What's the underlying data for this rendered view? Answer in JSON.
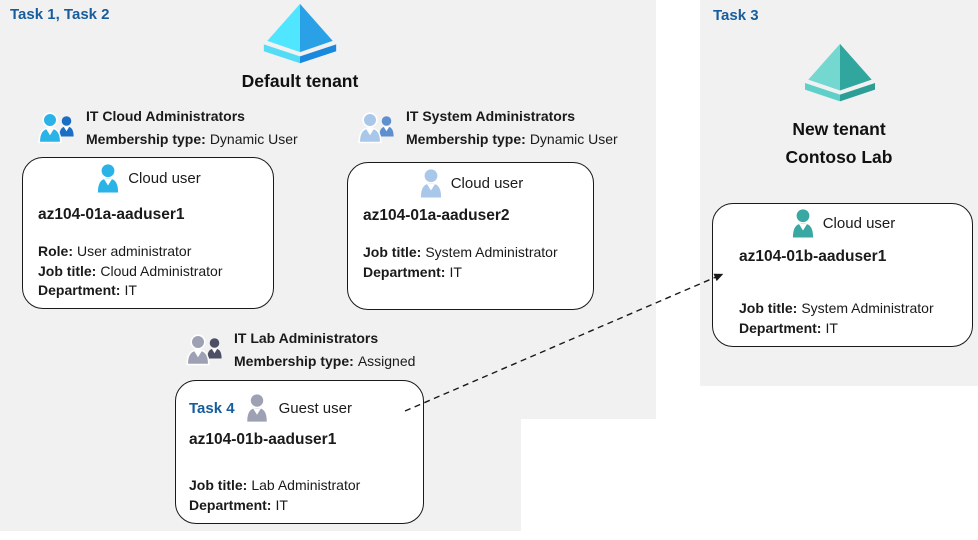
{
  "colors": {
    "task-blue": "#175d9d",
    "panel-gray": "#f1f1f2",
    "ink": "#1a1a1a",
    "azure-face-light": "#50e6ff",
    "azure-face-dark": "#2aa0e6",
    "azure-rim-light": "#54dcf7",
    "azure-rim-dark": "#1989dd",
    "teal-face-light": "#74d8d0",
    "teal-face-dark": "#31a69e",
    "teal-rim-light": "#5ed0c8",
    "teal-rim-dark": "#2d9e96",
    "person-cyan": "#2ab3e6",
    "person-blue-dark": "#1a6fc4",
    "person-lightblue": "#a9c7e9",
    "person-lightblue-dark": "#5e90cf",
    "person-gray": "#9ea1b4",
    "person-gray-dark": "#4d4f66",
    "person-teal": "#3aa8a2"
  },
  "left_section": {
    "task_label": "Task 1, Task 2",
    "tenant_title": "Default tenant"
  },
  "right_section": {
    "task_label": "Task 3",
    "tenant_title_line1": "New tenant",
    "tenant_title_line2": "Contoso Lab"
  },
  "groups": [
    {
      "name": "IT Cloud Administrators",
      "membership_label": "Membership type:",
      "membership_value": "Dynamic User"
    },
    {
      "name": "IT System Administrators",
      "membership_label": "Membership type:",
      "membership_value": "Dynamic User"
    },
    {
      "name": "IT Lab Administrators",
      "membership_label": "Membership type:",
      "membership_value": "Assigned"
    }
  ],
  "users": [
    {
      "type_label": "Cloud user",
      "name": "az104-01a-aaduser1",
      "fields": [
        {
          "label": "Role:",
          "value": "User administrator"
        },
        {
          "label": "Job title:",
          "value": "Cloud Administrator"
        },
        {
          "label": "Department:",
          "value": "IT"
        }
      ]
    },
    {
      "type_label": "Cloud user",
      "name": "az104-01a-aaduser2",
      "fields": [
        {
          "label": "Job title:",
          "value": "System Administrator"
        },
        {
          "label": "Department:",
          "value": "IT"
        }
      ]
    },
    {
      "task_label": "Task 4",
      "type_label": "Guest user",
      "name": "az104-01b-aaduser1",
      "fields": [
        {
          "label": "Job title:",
          "value": "Lab Administrator"
        },
        {
          "label": "Department:",
          "value": "IT"
        }
      ]
    },
    {
      "type_label": "Cloud user",
      "name": "az104-01b-aaduser1",
      "fields": [
        {
          "label": "Job title:",
          "value": "System Administrator"
        },
        {
          "label": "Department:",
          "value": "IT"
        }
      ]
    }
  ]
}
